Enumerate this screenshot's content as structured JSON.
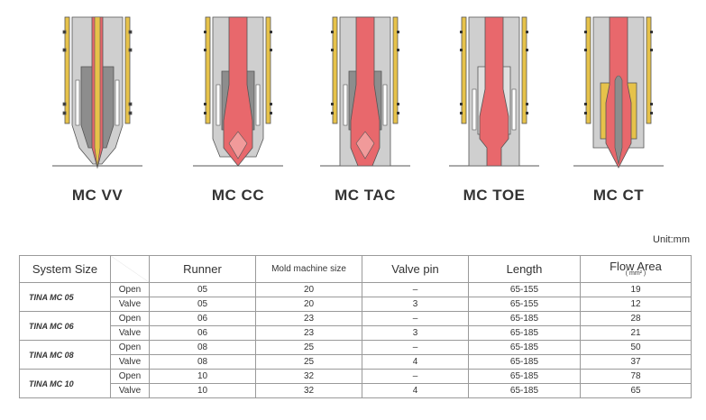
{
  "nozzles": [
    {
      "name": "MC VV",
      "icon": "nozzle-valve-gate-icon"
    },
    {
      "name": "MC CC",
      "icon": "nozzle-cold-cone-icon"
    },
    {
      "name": "MC TAC",
      "icon": "nozzle-tip-icon"
    },
    {
      "name": "MC TOE",
      "icon": "nozzle-open-icon"
    },
    {
      "name": "MC CT",
      "icon": "nozzle-center-tip-icon"
    }
  ],
  "unit": "Unit:mm",
  "table": {
    "headers": {
      "system": "System Size",
      "runner": "Runner",
      "mold": "Mold machine size",
      "valve_pin": "Valve pin",
      "length": "Length",
      "flow_area": "Flow Area",
      "flow_area_unit": "( mm² )"
    },
    "groups": [
      {
        "system": "TINA MC 05",
        "rows": [
          {
            "type": "Open",
            "runner": "05",
            "mold": "20",
            "pin": "–",
            "length": "65-155",
            "flow": "19"
          },
          {
            "type": "Valve",
            "runner": "05",
            "mold": "20",
            "pin": "3",
            "length": "65-155",
            "flow": "12"
          }
        ]
      },
      {
        "system": "TINA MC 06",
        "rows": [
          {
            "type": "Open",
            "runner": "06",
            "mold": "23",
            "pin": "–",
            "length": "65-185",
            "flow": "28"
          },
          {
            "type": "Valve",
            "runner": "06",
            "mold": "23",
            "pin": "3",
            "length": "65-185",
            "flow": "21"
          }
        ]
      },
      {
        "system": "TINA MC 08",
        "rows": [
          {
            "type": "Open",
            "runner": "08",
            "mold": "25",
            "pin": "–",
            "length": "65-185",
            "flow": "50"
          },
          {
            "type": "Valve",
            "runner": "08",
            "mold": "25",
            "pin": "4",
            "length": "65-185",
            "flow": "37"
          }
        ]
      },
      {
        "system": "TINA MC 10",
        "rows": [
          {
            "type": "Open",
            "runner": "10",
            "mold": "32",
            "pin": "–",
            "length": "65-185",
            "flow": "78"
          },
          {
            "type": "Valve",
            "runner": "10",
            "mold": "32",
            "pin": "4",
            "length": "65-185",
            "flow": "65"
          }
        ]
      }
    ]
  },
  "colors": {
    "melt": "#e8686c",
    "melt_light": "#f19a9a",
    "gold": "#e6c24a",
    "steel": "#cfcfcf",
    "steel_dark": "#8d8d8d",
    "outline": "#555555"
  }
}
